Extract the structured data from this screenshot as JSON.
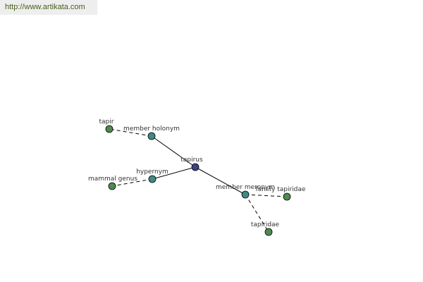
{
  "header": {
    "url": "http://www.artikata.com"
  },
  "graph": {
    "colors": {
      "center": "#3f3f8a",
      "relation": "#3f8a84",
      "term": "#4f8a4f"
    },
    "nodes": [
      {
        "id": "tapirus",
        "label": "tapirus",
        "kind": "center"
      },
      {
        "id": "member-holonym",
        "label": "member holonym",
        "kind": "relation"
      },
      {
        "id": "hypernym",
        "label": "hypernym",
        "kind": "relation"
      },
      {
        "id": "member-meronym",
        "label": "member meronym",
        "kind": "relation"
      },
      {
        "id": "tapir",
        "label": "tapir",
        "kind": "term"
      },
      {
        "id": "mammal-genus",
        "label": "mammal genus",
        "kind": "term"
      },
      {
        "id": "family-tapiridae",
        "label": "family tapiridae",
        "kind": "term"
      },
      {
        "id": "tapiridae",
        "label": "tapiridae",
        "kind": "term"
      }
    ],
    "edges": [
      {
        "from": "tapirus",
        "to": "member-holonym",
        "style": "solid"
      },
      {
        "from": "tapirus",
        "to": "hypernym",
        "style": "solid"
      },
      {
        "from": "tapirus",
        "to": "member-meronym",
        "style": "solid"
      },
      {
        "from": "member-holonym",
        "to": "tapir",
        "style": "dashed"
      },
      {
        "from": "hypernym",
        "to": "mammal-genus",
        "style": "dashed"
      },
      {
        "from": "member-meronym",
        "to": "family-tapiridae",
        "style": "dashed"
      },
      {
        "from": "member-meronym",
        "to": "tapiridae",
        "style": "dashed"
      }
    ]
  }
}
